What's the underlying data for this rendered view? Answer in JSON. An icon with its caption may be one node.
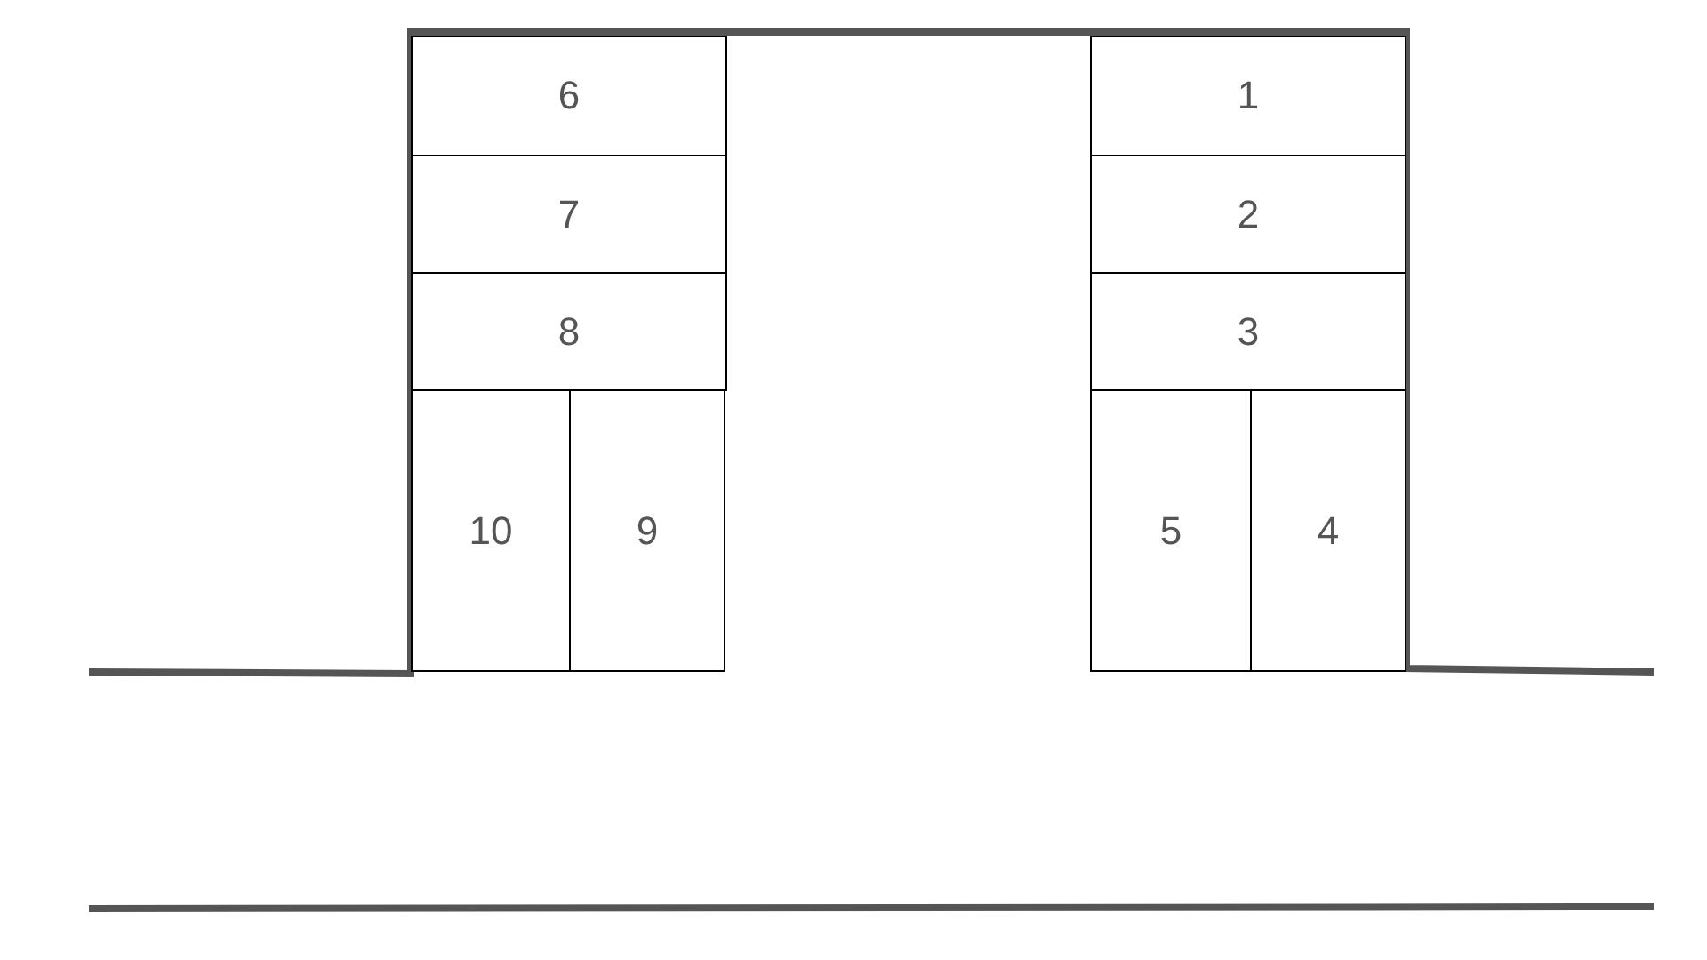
{
  "diagram": {
    "nodes": [
      {
        "text": [
          "6"
        ]
      },
      {
        "text": [
          "1"
        ]
      },
      {
        "text": [
          "7"
        ]
      },
      {
        "text": [
          "2"
        ]
      },
      {
        "text": [
          "8"
        ]
      },
      {
        "text": [
          "3"
        ]
      },
      {
        "text": [
          "10"
        ]
      },
      {
        "text": [
          "9"
        ]
      },
      {
        "text": [
          "5"
        ]
      },
      {
        "text": [
          "4"
        ]
      }
    ]
  }
}
